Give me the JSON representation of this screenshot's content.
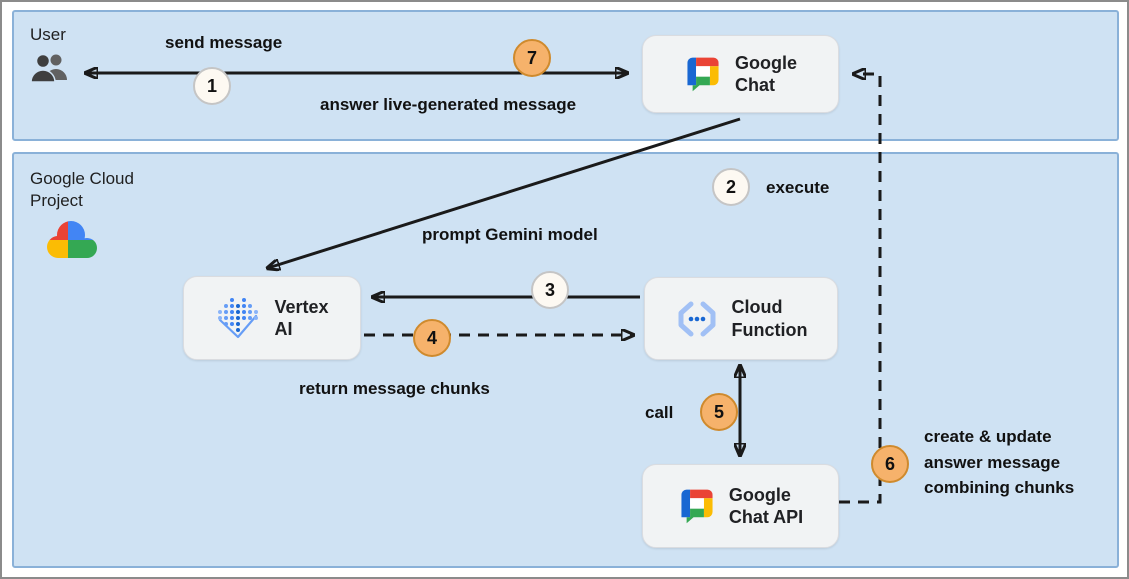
{
  "diagram": {
    "kind": "architecture-flow",
    "description_visible_only": true
  },
  "containers": {
    "user_zone": {
      "label": "User"
    },
    "gcp_zone": {
      "label": "Google Cloud\nProject"
    }
  },
  "nodes": {
    "google_chat": {
      "label": "Google\nChat"
    },
    "vertex_ai": {
      "label": "Vertex\nAI"
    },
    "cloud_function": {
      "label": "Cloud\nFunction"
    },
    "google_chat_api": {
      "label": "Google\nChat API"
    }
  },
  "edge_labels": {
    "send_message": "send message",
    "answer_message": "answer live-generated message",
    "execute": "execute",
    "prompt_gemini": "prompt Gemini model",
    "return_chunks": "return message chunks",
    "call": "call",
    "create_update": "create & update\nanswer message\ncombining chunks"
  },
  "steps": {
    "s1": {
      "n": "1",
      "style": "plain"
    },
    "s2": {
      "n": "2",
      "style": "plain"
    },
    "s3": {
      "n": "3",
      "style": "plain"
    },
    "s4": {
      "n": "4",
      "style": "orange"
    },
    "s5": {
      "n": "5",
      "style": "orange"
    },
    "s6": {
      "n": "6",
      "style": "orange"
    },
    "s7": {
      "n": "7",
      "style": "orange"
    }
  },
  "colors": {
    "zone_fill": "#cfe2f3",
    "zone_border": "#8ab1d8",
    "node_fill": "#f1f3f4",
    "node_border": "#dadce0",
    "step_plain_fill": "#fdf9f2",
    "step_orange_fill": "#f6b26b",
    "arrow": "#1a1a1a",
    "google_blue": "#4285f4",
    "google_red": "#ea4335",
    "google_yellow": "#fbbc04",
    "google_green": "#34a853"
  }
}
